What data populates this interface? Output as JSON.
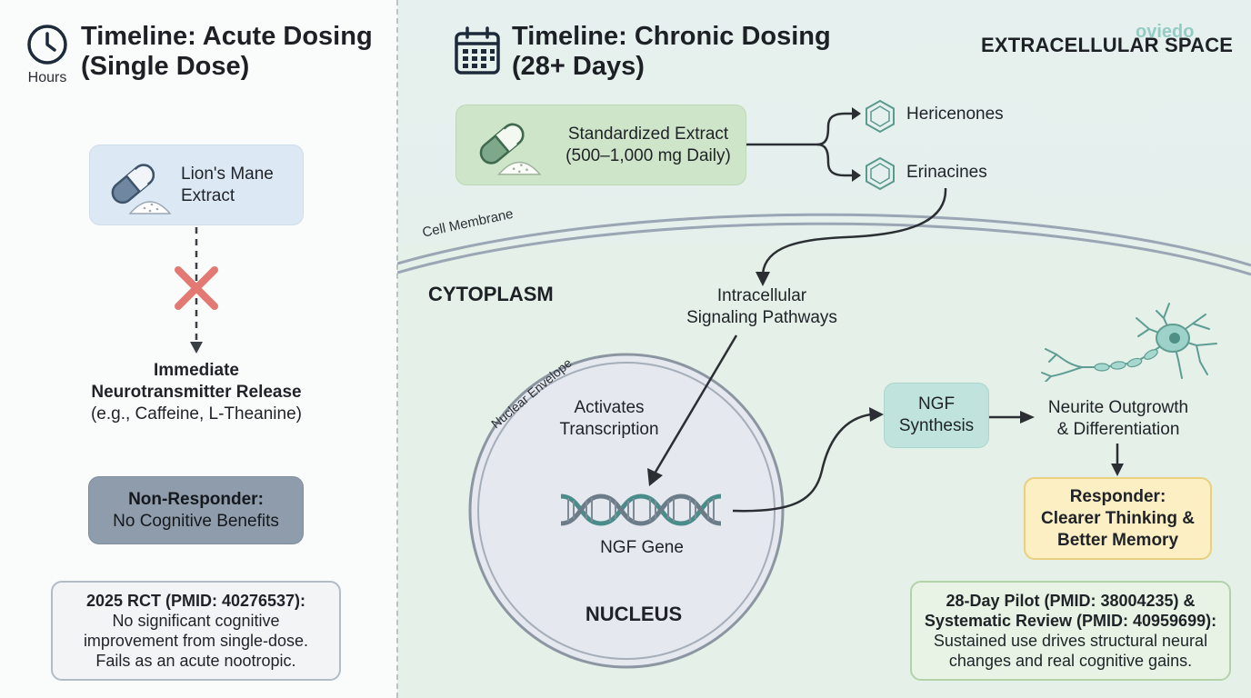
{
  "left": {
    "clock_caption": "Hours",
    "title_line1": "Timeline: Acute Dosing",
    "title_line2": "(Single Dose)",
    "extract_line1": "Lion's Mane",
    "extract_line2": "Extract",
    "release_line1": "Immediate",
    "release_line2": "Neurotransmitter Release",
    "release_line3": "(e.g., Caffeine, L-Theanine)",
    "non_responder_line1": "Non-Responder:",
    "non_responder_line2": "No Cognitive Benefits",
    "rct_line1": "2025 RCT (PMID: 40276537):",
    "rct_line2": "No significant cognitive",
    "rct_line3": "improvement from single-dose.",
    "rct_line4": "Fails as an acute nootropic."
  },
  "right": {
    "title_line1": "Timeline: Chronic Dosing",
    "title_line2": "(28+ Days)",
    "extracellular_label": "EXTRACELLULAR SPACE",
    "watermark": "oviedo",
    "extract_line1": "Standardized Extract",
    "extract_line2": "(500–1,000 mg Daily)",
    "compound1": "Hericenones",
    "compound2": "Erinacines",
    "cell_membrane_label": "Cell Membrane",
    "cytoplasm_label": "CYTOPLASM",
    "signaling_line1": "Intracellular",
    "signaling_line2": "Signaling Pathways",
    "nuclear_envelope_label": "Nuclear Envelope",
    "activates_line1": "Activates",
    "activates_line2": "Transcription",
    "gene_label": "NGF Gene",
    "nucleus_label": "NUCLEUS",
    "ngf_line1": "NGF",
    "ngf_line2": "Synthesis",
    "neurite_line1": "Neurite Outgrowth",
    "neurite_line2": "& Differentiation",
    "responder_line1": "Responder:",
    "responder_line2": "Clearer Thinking &",
    "responder_line3": "Better Memory",
    "pilot_line1": "28-Day Pilot (PMID: 38004235) &",
    "pilot_line2": "Systematic Review (PMID: 40959699):",
    "pilot_line3": "Sustained use drives structural neural",
    "pilot_line4": "changes and real cognitive gains."
  },
  "colors": {
    "fail_cross": "#e27a73",
    "arrow": "#2b2f33",
    "membrane": "#9aa6b3",
    "nucleus_fill": "#e5e8ee",
    "nucleus_stroke": "#8c96a2",
    "dna_teal": "#4a8c8a",
    "dna_gray": "#6b7c88",
    "hexagon": "#5a9a8f",
    "neuron": "#8cc8bf"
  },
  "icons": [
    "clock-icon",
    "calendar-icon",
    "capsule-icon",
    "x-cross-icon",
    "hexagon-icon",
    "dna-icon",
    "neuron-icon"
  ]
}
